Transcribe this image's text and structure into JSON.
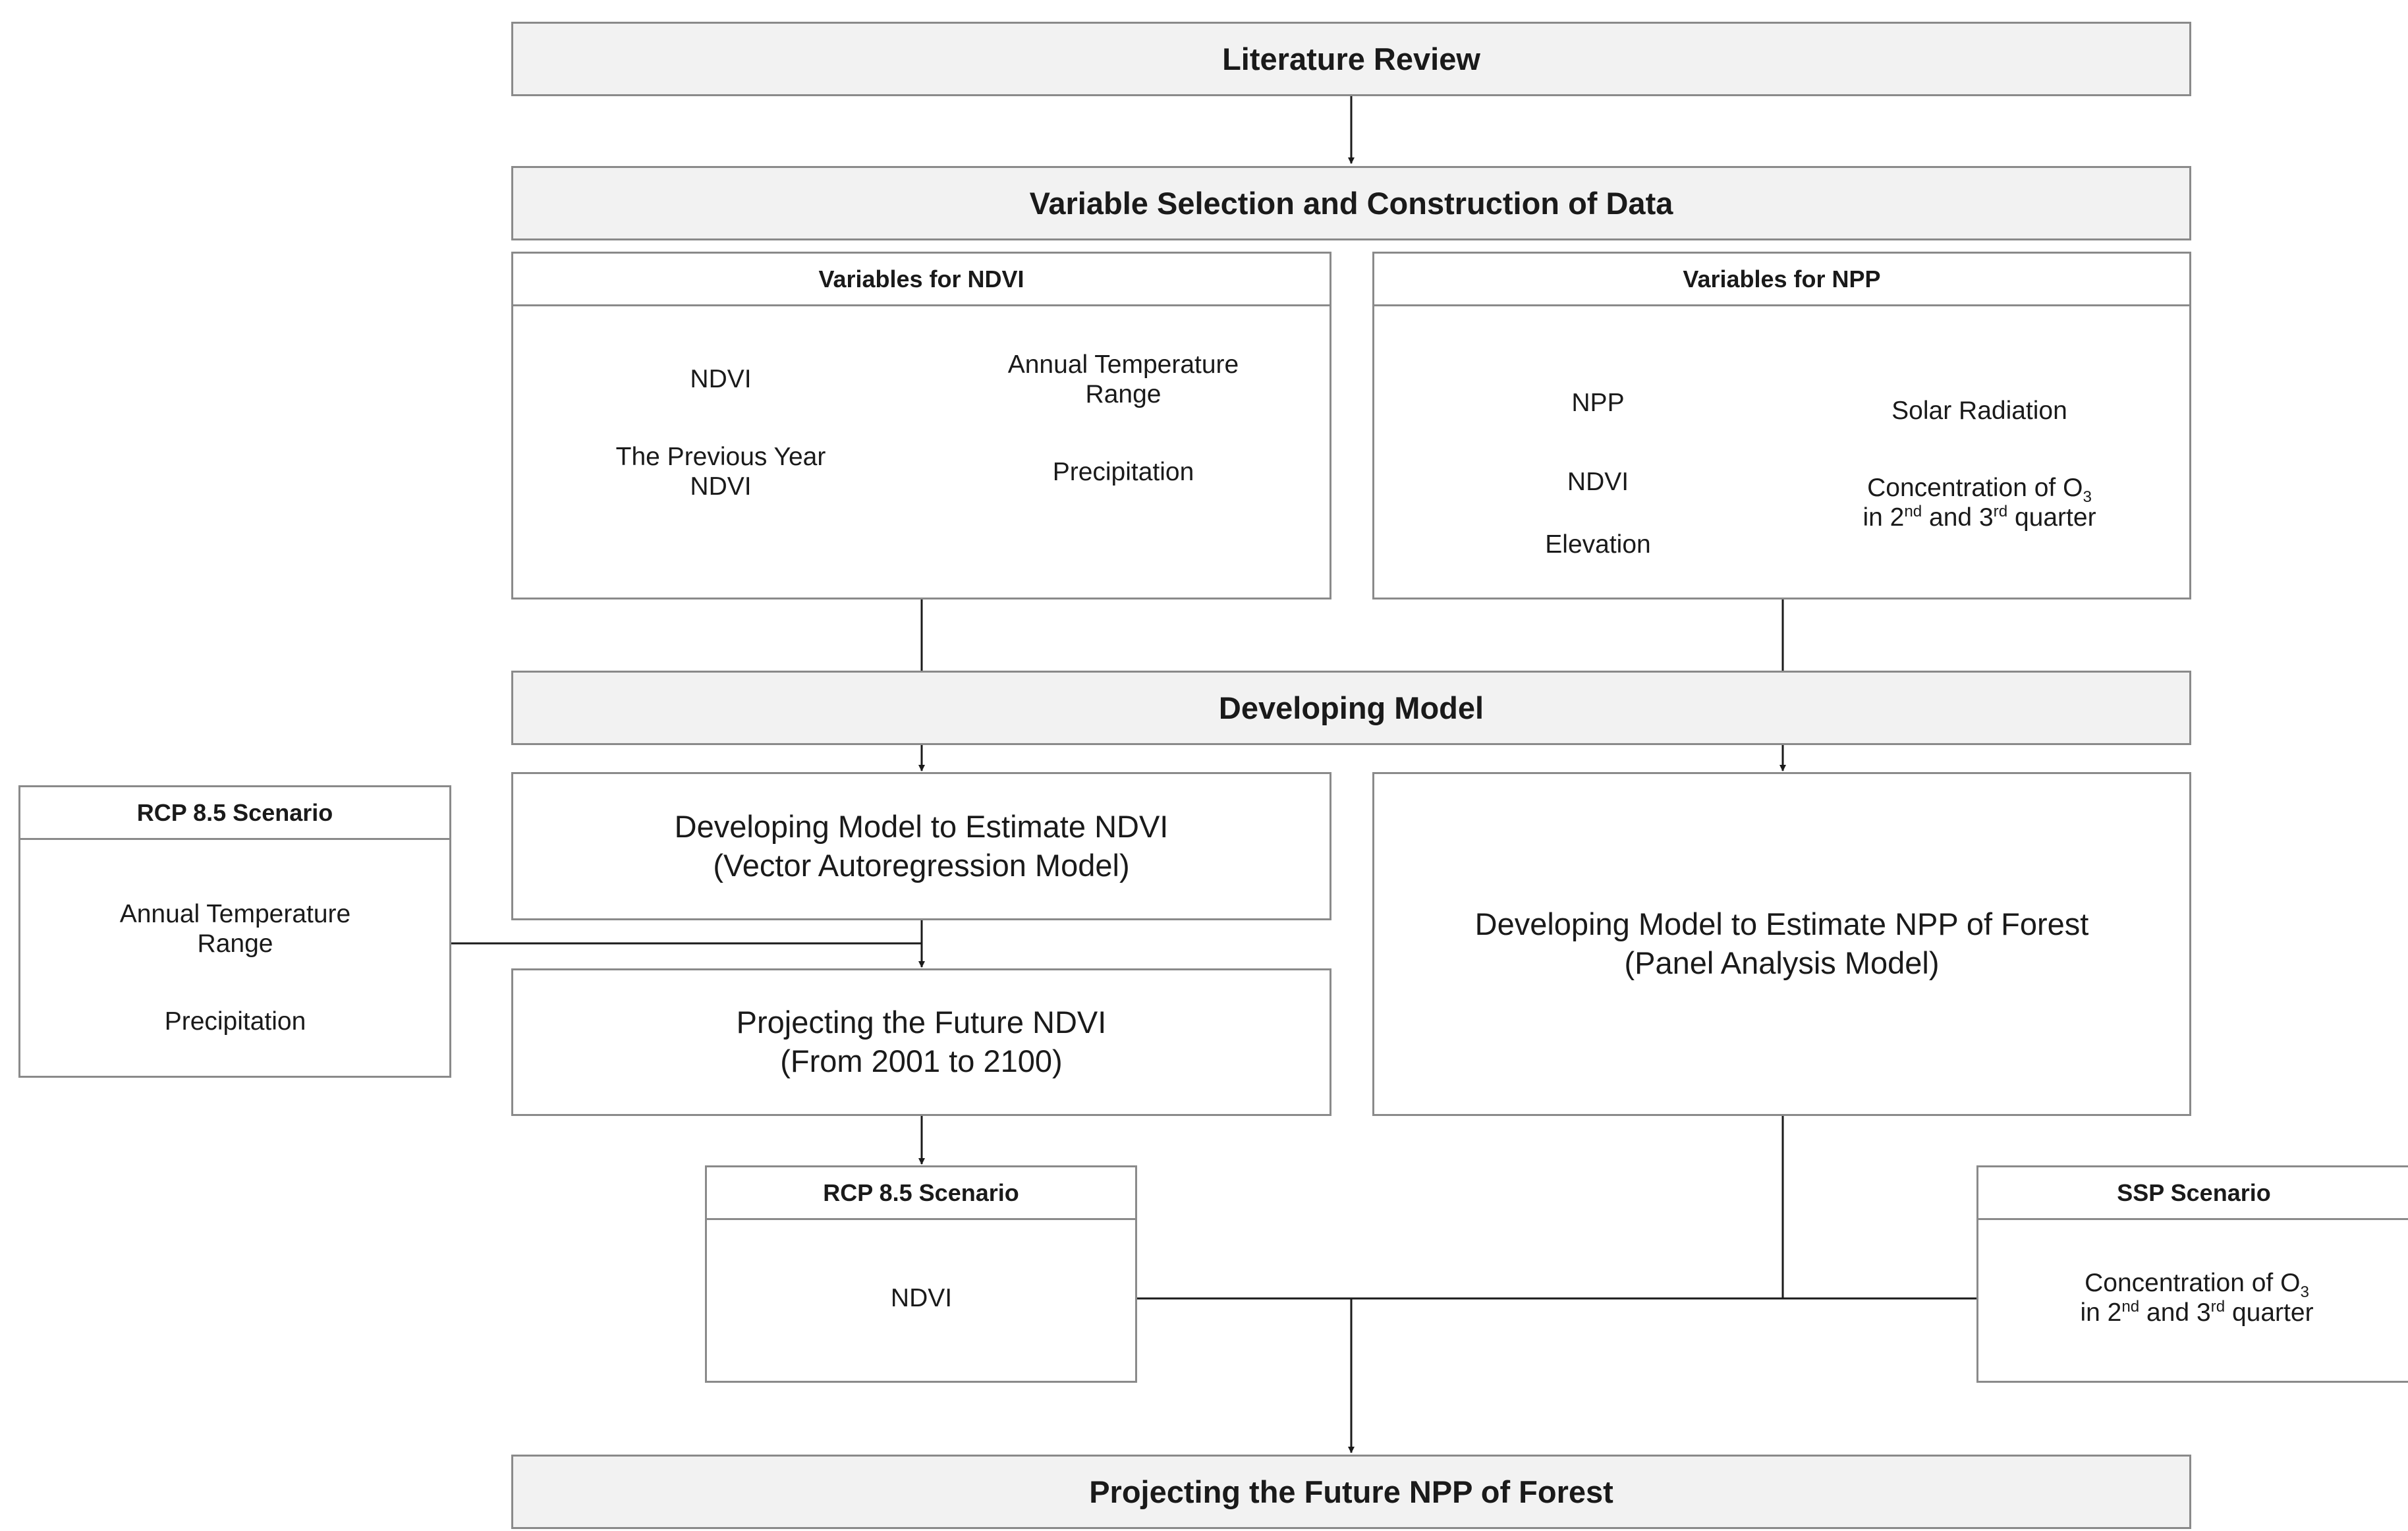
{
  "steps": {
    "literature_review": "Literature Review",
    "variable_selection": "Variable Selection and Construction of Data",
    "developing_model": "Developing Model",
    "projecting_npp": "Projecting the Future NPP of Forest"
  },
  "ndvi_vars": {
    "title": "Variables for NDVI",
    "ndvi": "NDVI",
    "prev_year_1": "The Previous Year",
    "prev_year_2": "NDVI",
    "atr_1": "Annual Temperature",
    "atr_2": "Range",
    "precip": "Precipitation"
  },
  "npp_vars": {
    "title": "Variables for NPP",
    "npp": "NPP",
    "ndvi": "NDVI",
    "elevation": "Elevation",
    "solar": "Solar Radiation",
    "o3_1_pre": "Concentration of O",
    "o3_1_sub": "3",
    "o3_2_a": "in 2",
    "o3_2_sup1": "nd",
    "o3_2_b": " and 3",
    "o3_2_sup2": "rd",
    "o3_2_c": " quarter"
  },
  "rcp_left": {
    "title": "RCP 8.5 Scenario",
    "atr_1": "Annual Temperature",
    "atr_2": "Range",
    "precip": "Precipitation"
  },
  "models": {
    "ndvi_model_1": "Developing Model to Estimate NDVI",
    "ndvi_model_2": "(Vector Autoregression Model)",
    "projecting_ndvi_1": "Projecting the Future NDVI",
    "projecting_ndvi_2": "(From 2001 to 2100)",
    "npp_model_1": "Developing Model to Estimate NPP of Forest",
    "npp_model_2": "(Panel Analysis Model)"
  },
  "rcp_bottom": {
    "title": "RCP 8.5 Scenario",
    "ndvi": "NDVI"
  },
  "ssp": {
    "title": "SSP Scenario",
    "o3_1_pre": "Concentration of O",
    "o3_1_sub": "3",
    "o3_2_a": "in 2",
    "o3_2_sup1": "nd",
    "o3_2_b": " and 3",
    "o3_2_sup2": "rd",
    "o3_2_c": " quarter"
  },
  "colors": {
    "box_border": "#8a8a8a",
    "header_fill": "#f2f2f2",
    "line": "#1a1a1a"
  }
}
